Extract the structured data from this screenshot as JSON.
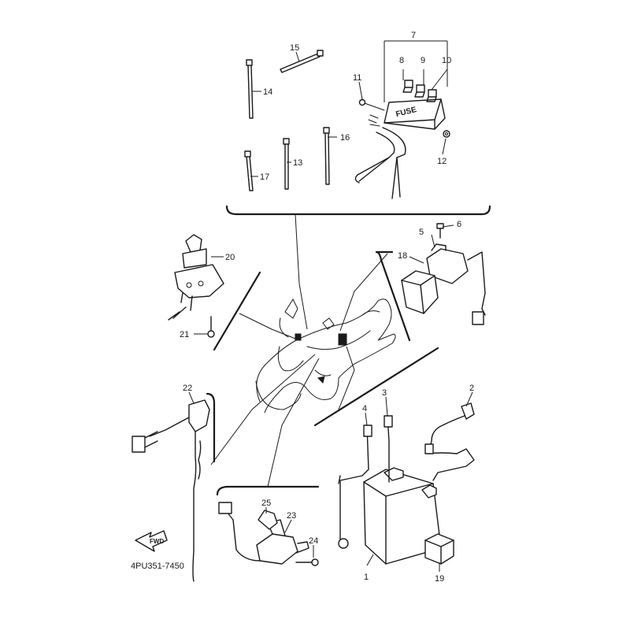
{
  "diagram": {
    "drawing_code": "4PU351-7450",
    "fuse_label": "FUSE",
    "fwd_label": "FWD",
    "callouts": [
      "1",
      "2",
      "3",
      "4",
      "5",
      "6",
      "7",
      "8",
      "9",
      "10",
      "11",
      "12",
      "13",
      "14",
      "15",
      "16",
      "17",
      "18",
      "19",
      "20",
      "21",
      "22",
      "23",
      "24",
      "25"
    ]
  }
}
